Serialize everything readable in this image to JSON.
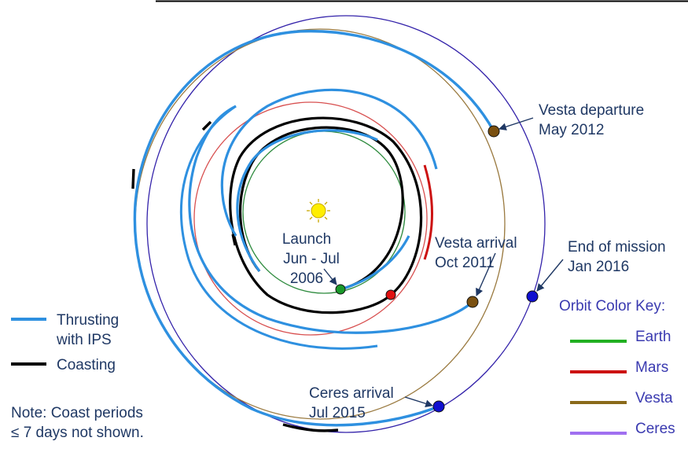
{
  "labels": {
    "launch": [
      "Launch",
      "Jun - Jul",
      "2006"
    ],
    "vesta_arrival": [
      "Vesta arrival",
      "Oct 2011"
    ],
    "vesta_departure": [
      "Vesta departure",
      "May 2012"
    ],
    "end_of_mission": [
      "End of mission",
      "Jan 2016"
    ],
    "ceres_arrival": [
      "Ceres arrival",
      "Jul 2015"
    ]
  },
  "legend": {
    "thrusting": [
      "Thrusting",
      "with IPS"
    ],
    "coasting": "Coasting",
    "note": [
      "Note: Coast periods",
      "≤ 7 days not shown."
    ]
  },
  "color_key": {
    "title": "Orbit Color Key:",
    "items": [
      {
        "label": "Earth",
        "color": "#22b022"
      },
      {
        "label": "Mars",
        "color": "#cc1111"
      },
      {
        "label": "Vesta",
        "color": "#8a6a1a"
      },
      {
        "label": "Ceres",
        "color": "#a070f0"
      }
    ]
  },
  "colors": {
    "thrusting": "#2e90e0",
    "coasting": "#000000",
    "earth_orbit": "#2e8b3e",
    "mars_orbit": "#d85050",
    "vesta_orbit": "#9a7a40",
    "ceres_orbit": "#3322aa",
    "sun": "#ffee00",
    "earth_marker": "#1a9a2a",
    "mars_marker": "#e01010",
    "vesta_marker": "#7a5010",
    "ceres_marker": "#1010d0"
  },
  "icons": {
    "sun": "sun-icon"
  }
}
